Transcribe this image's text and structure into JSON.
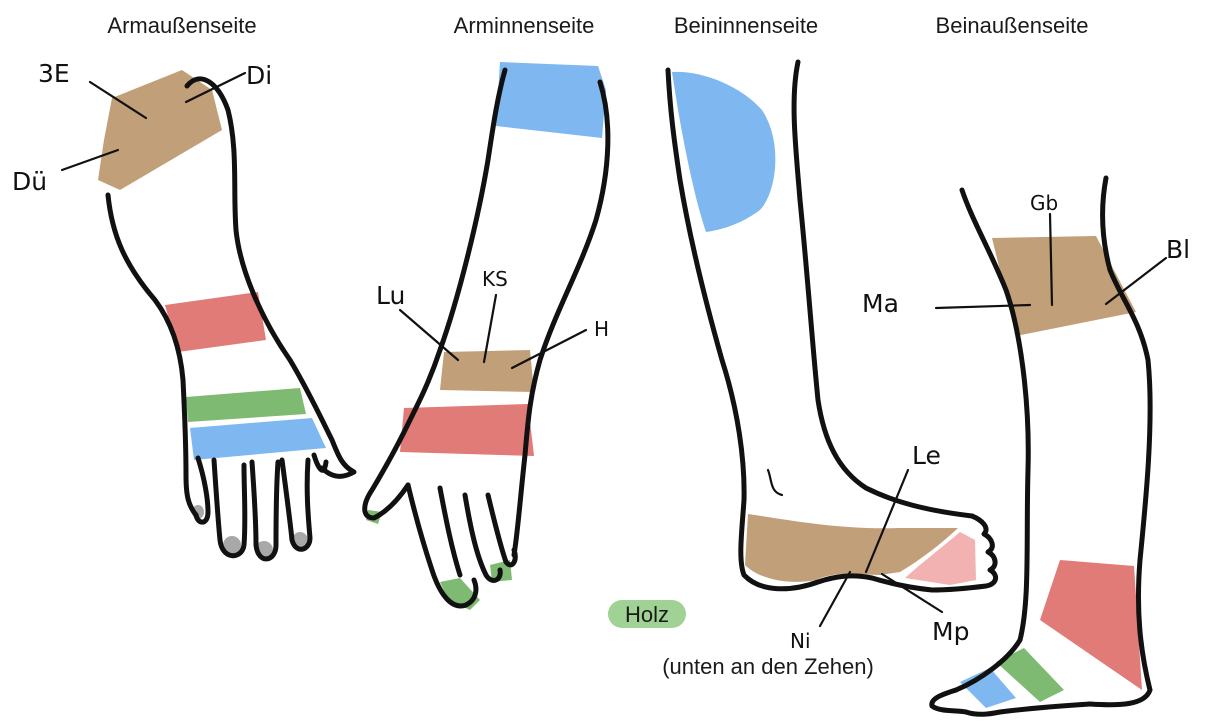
{
  "titles": {
    "arm_outer": "Armaußenseite",
    "arm_inner": "Arminnenseite",
    "leg_inner": "Beininnenseite",
    "leg_outer": "Beinaußenseite"
  },
  "labels": {
    "arm_outer": {
      "sj": "3E",
      "di": "Di",
      "du": "Dü"
    },
    "arm_inner": {
      "lu": "Lu",
      "ks": "KS",
      "h": "H"
    },
    "leg_inner": {
      "le": "Le",
      "ni": "Ni",
      "mp": "Mp"
    },
    "leg_outer": {
      "gb": "Gb",
      "bl": "Bl",
      "ma": "Ma"
    }
  },
  "legend": {
    "badge": "Holz",
    "note": "(unten an den Zehen)"
  },
  "colors": {
    "earth": "#c19f78",
    "fire": "#e07b78",
    "metal": "#ffffff",
    "wood": "#7fba72",
    "water": "#7fb8f0",
    "pink": "#f2b2b2",
    "gray_nail": "#a8a8a8"
  }
}
